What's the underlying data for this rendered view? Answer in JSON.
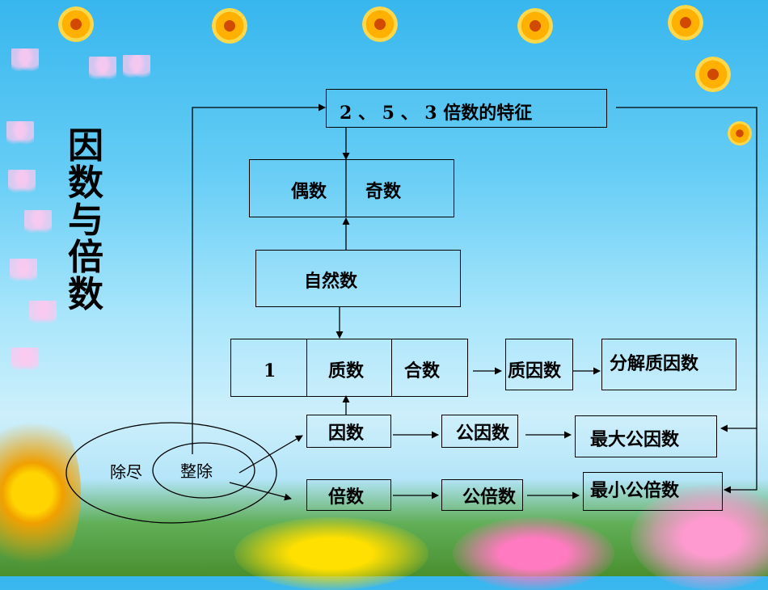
{
  "title_chars": [
    "因",
    "数",
    "与",
    "倍",
    "数"
  ],
  "nodes": {
    "features": "2 、 5 、 3 倍数的特征",
    "even": "偶数",
    "odd": "奇数",
    "natural": "自然数",
    "one": "1",
    "prime": "质数",
    "composite": "合数",
    "prime_factor": "质因数",
    "factorize": "分解质因数",
    "factor": "因数",
    "common_factor": "公因数",
    "gcf": "最大公因数",
    "multiple": "倍数",
    "common_multiple": "公倍数",
    "lcm": "最小公倍数",
    "divisible_exact": "除尽",
    "divisible": "整除"
  }
}
